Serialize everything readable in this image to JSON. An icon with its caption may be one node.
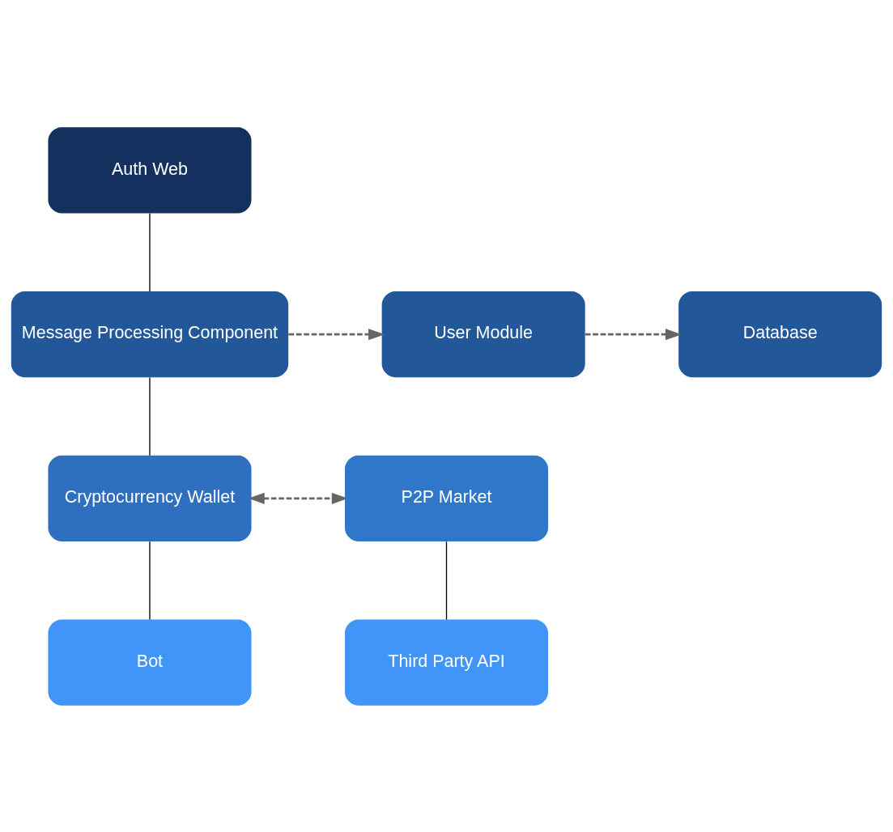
{
  "diagram": {
    "nodes": [
      {
        "text": [
          "Auth Web"
        ]
      },
      {
        "text": [
          "Message Processing Component"
        ]
      },
      {
        "text": [
          "User Module"
        ]
      },
      {
        "text": [
          "Database"
        ]
      },
      {
        "text": [
          "Cryptocurrency Wallet"
        ]
      },
      {
        "text": [
          "P2P Market"
        ]
      },
      {
        "text": [
          "Bot"
        ]
      },
      {
        "text": [
          "Third Party API"
        ]
      }
    ],
    "edges": [
      {
        "from": 0,
        "to": 1,
        "arrow": "none"
      },
      {
        "from": 1,
        "to": 2,
        "arrow": "to",
        "style": "dashed",
        "color": "#666666"
      },
      {
        "from": 2,
        "to": 3,
        "arrow": "to",
        "style": "dashed",
        "color": "#666666"
      },
      {
        "from": 1,
        "to": 4,
        "arrow": "none"
      },
      {
        "from": 4,
        "to": 5,
        "arrow": "both",
        "style": "dashed",
        "color": "#666666"
      },
      {
        "from": 4,
        "to": 6,
        "arrow": "none"
      },
      {
        "from": 5,
        "to": 7,
        "arrow": "none"
      }
    ]
  }
}
